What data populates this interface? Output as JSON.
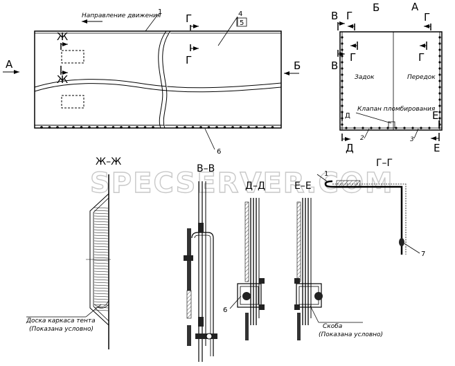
{
  "watermark": "SPECSERVER.COM",
  "top_left": {
    "direction_label": "Направление движения",
    "view_a": "А",
    "view_b": "Б",
    "callouts": [
      "1",
      "4",
      "5",
      "6"
    ],
    "section_g": "Г",
    "section_zh": "Ж"
  },
  "top_right": {
    "view_b": "Б",
    "view_a": "А",
    "section_v": "В",
    "section_g": "Г",
    "section_d": "Д",
    "section_e": "Е",
    "rear_label": "Задок",
    "front_label": "Передок",
    "seal_valve_label": "Клапан пломбирования",
    "callouts": [
      "2",
      "3"
    ],
    "title": "Г–Г"
  },
  "sections": {
    "zh_zh": {
      "title": "Ж–Ж",
      "note_line1": "Доска каркаса тента",
      "note_line2": "(Показана условно)"
    },
    "v_v": {
      "title": "В–В"
    },
    "d_d": {
      "title": "Д–Д",
      "callout": "6"
    },
    "e_e": {
      "title": "Е–Е",
      "note_line1": "Скоба",
      "note_line2": "(Показана условно)"
    },
    "detail": {
      "callout_1": "1",
      "callout_7": "7"
    }
  }
}
